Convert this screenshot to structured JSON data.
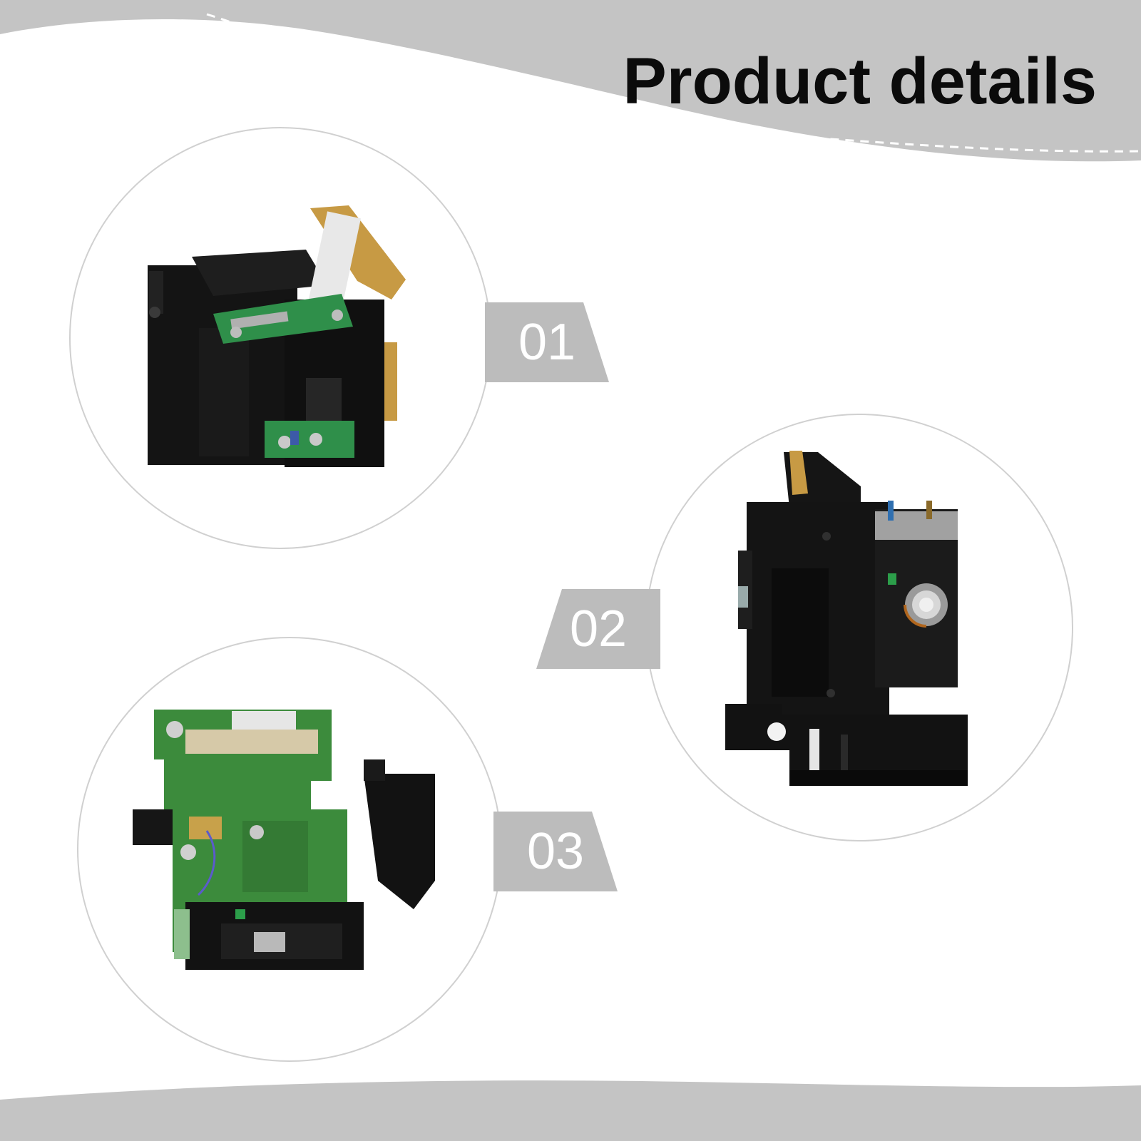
{
  "header": {
    "title": "Product details"
  },
  "badges": [
    {
      "label": "01"
    },
    {
      "label": "02"
    },
    {
      "label": "03"
    }
  ],
  "photos": [
    {
      "subject": "optical-pickup-side-view"
    },
    {
      "subject": "optical-pickup-lens-view"
    },
    {
      "subject": "optical-pickup-circuit-board-view"
    }
  ],
  "colors": {
    "banner_gray": "#c4c4c4",
    "badge_gray": "#bcbcbc",
    "circle_border": "#d0d0d0",
    "title_text": "#0b0b0b",
    "badge_text": "#ffffff"
  }
}
